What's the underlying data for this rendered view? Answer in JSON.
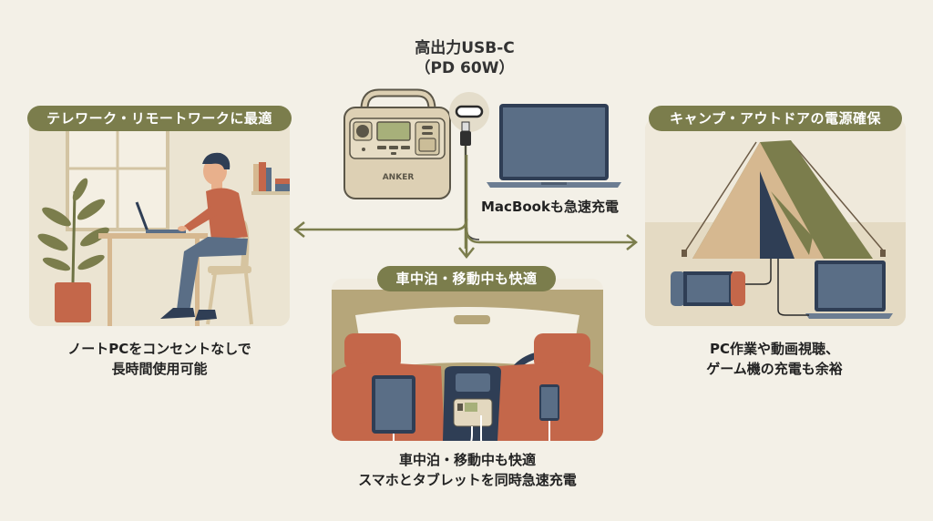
{
  "hub": {
    "title_line1": "高出力USB-C",
    "title_line2": "（PD 60W）",
    "device_brand": "ANKER",
    "laptop_caption": "MacBookも急速充電"
  },
  "panels": {
    "telework": {
      "label": "テレワーク・リモートワークに最適",
      "caption_line1": "ノートPCをコンセントなしで",
      "caption_line2": "長時間使用可能"
    },
    "car": {
      "label": "車中泊・移動中も快適",
      "caption_line1": "車中泊・移動中も快適",
      "caption_line2": "スマホとタブレットを同時急速充電"
    },
    "camp": {
      "label": "キャンプ・アウトドアの電源確保",
      "caption_line1": "PC作業や動画視聴、",
      "caption_line2": "ゲーム機の充電も余裕"
    }
  },
  "colors": {
    "background": "#f3f0e7",
    "panel": "#e9e2d0",
    "olive": "#7b7d4c",
    "terracotta": "#c4674a",
    "navy": "#2f3e55",
    "slate": "#5a6e86",
    "beige": "#d6c4a0"
  }
}
